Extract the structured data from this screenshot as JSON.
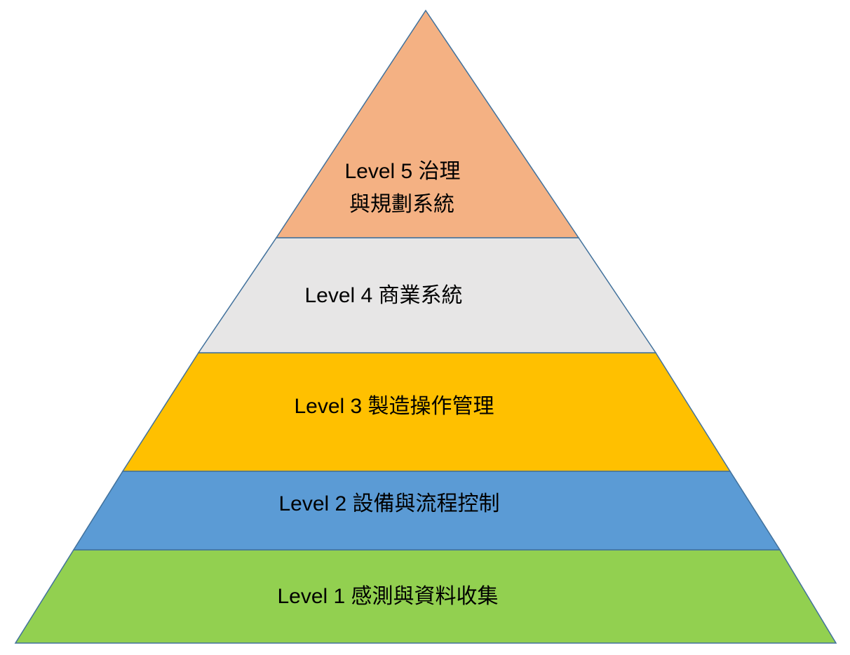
{
  "diagram": {
    "levels": [
      {
        "lines": [
          "Level 5 治理",
          "與規劃系統"
        ],
        "color": "#F4B183"
      },
      {
        "lines": [
          "Level 4 商業系統"
        ],
        "color": "#E7E6E6"
      },
      {
        "lines": [
          "Level 3 製造操作管理"
        ],
        "color": "#FFC000"
      },
      {
        "lines": [
          "Level 2 設備與流程控制"
        ],
        "color": "#5B9BD5"
      },
      {
        "lines": [
          "Level 1 感測與資料收集"
        ],
        "color": "#92D050"
      }
    ],
    "outline_color": "#41719C",
    "text_color": "#000000"
  }
}
